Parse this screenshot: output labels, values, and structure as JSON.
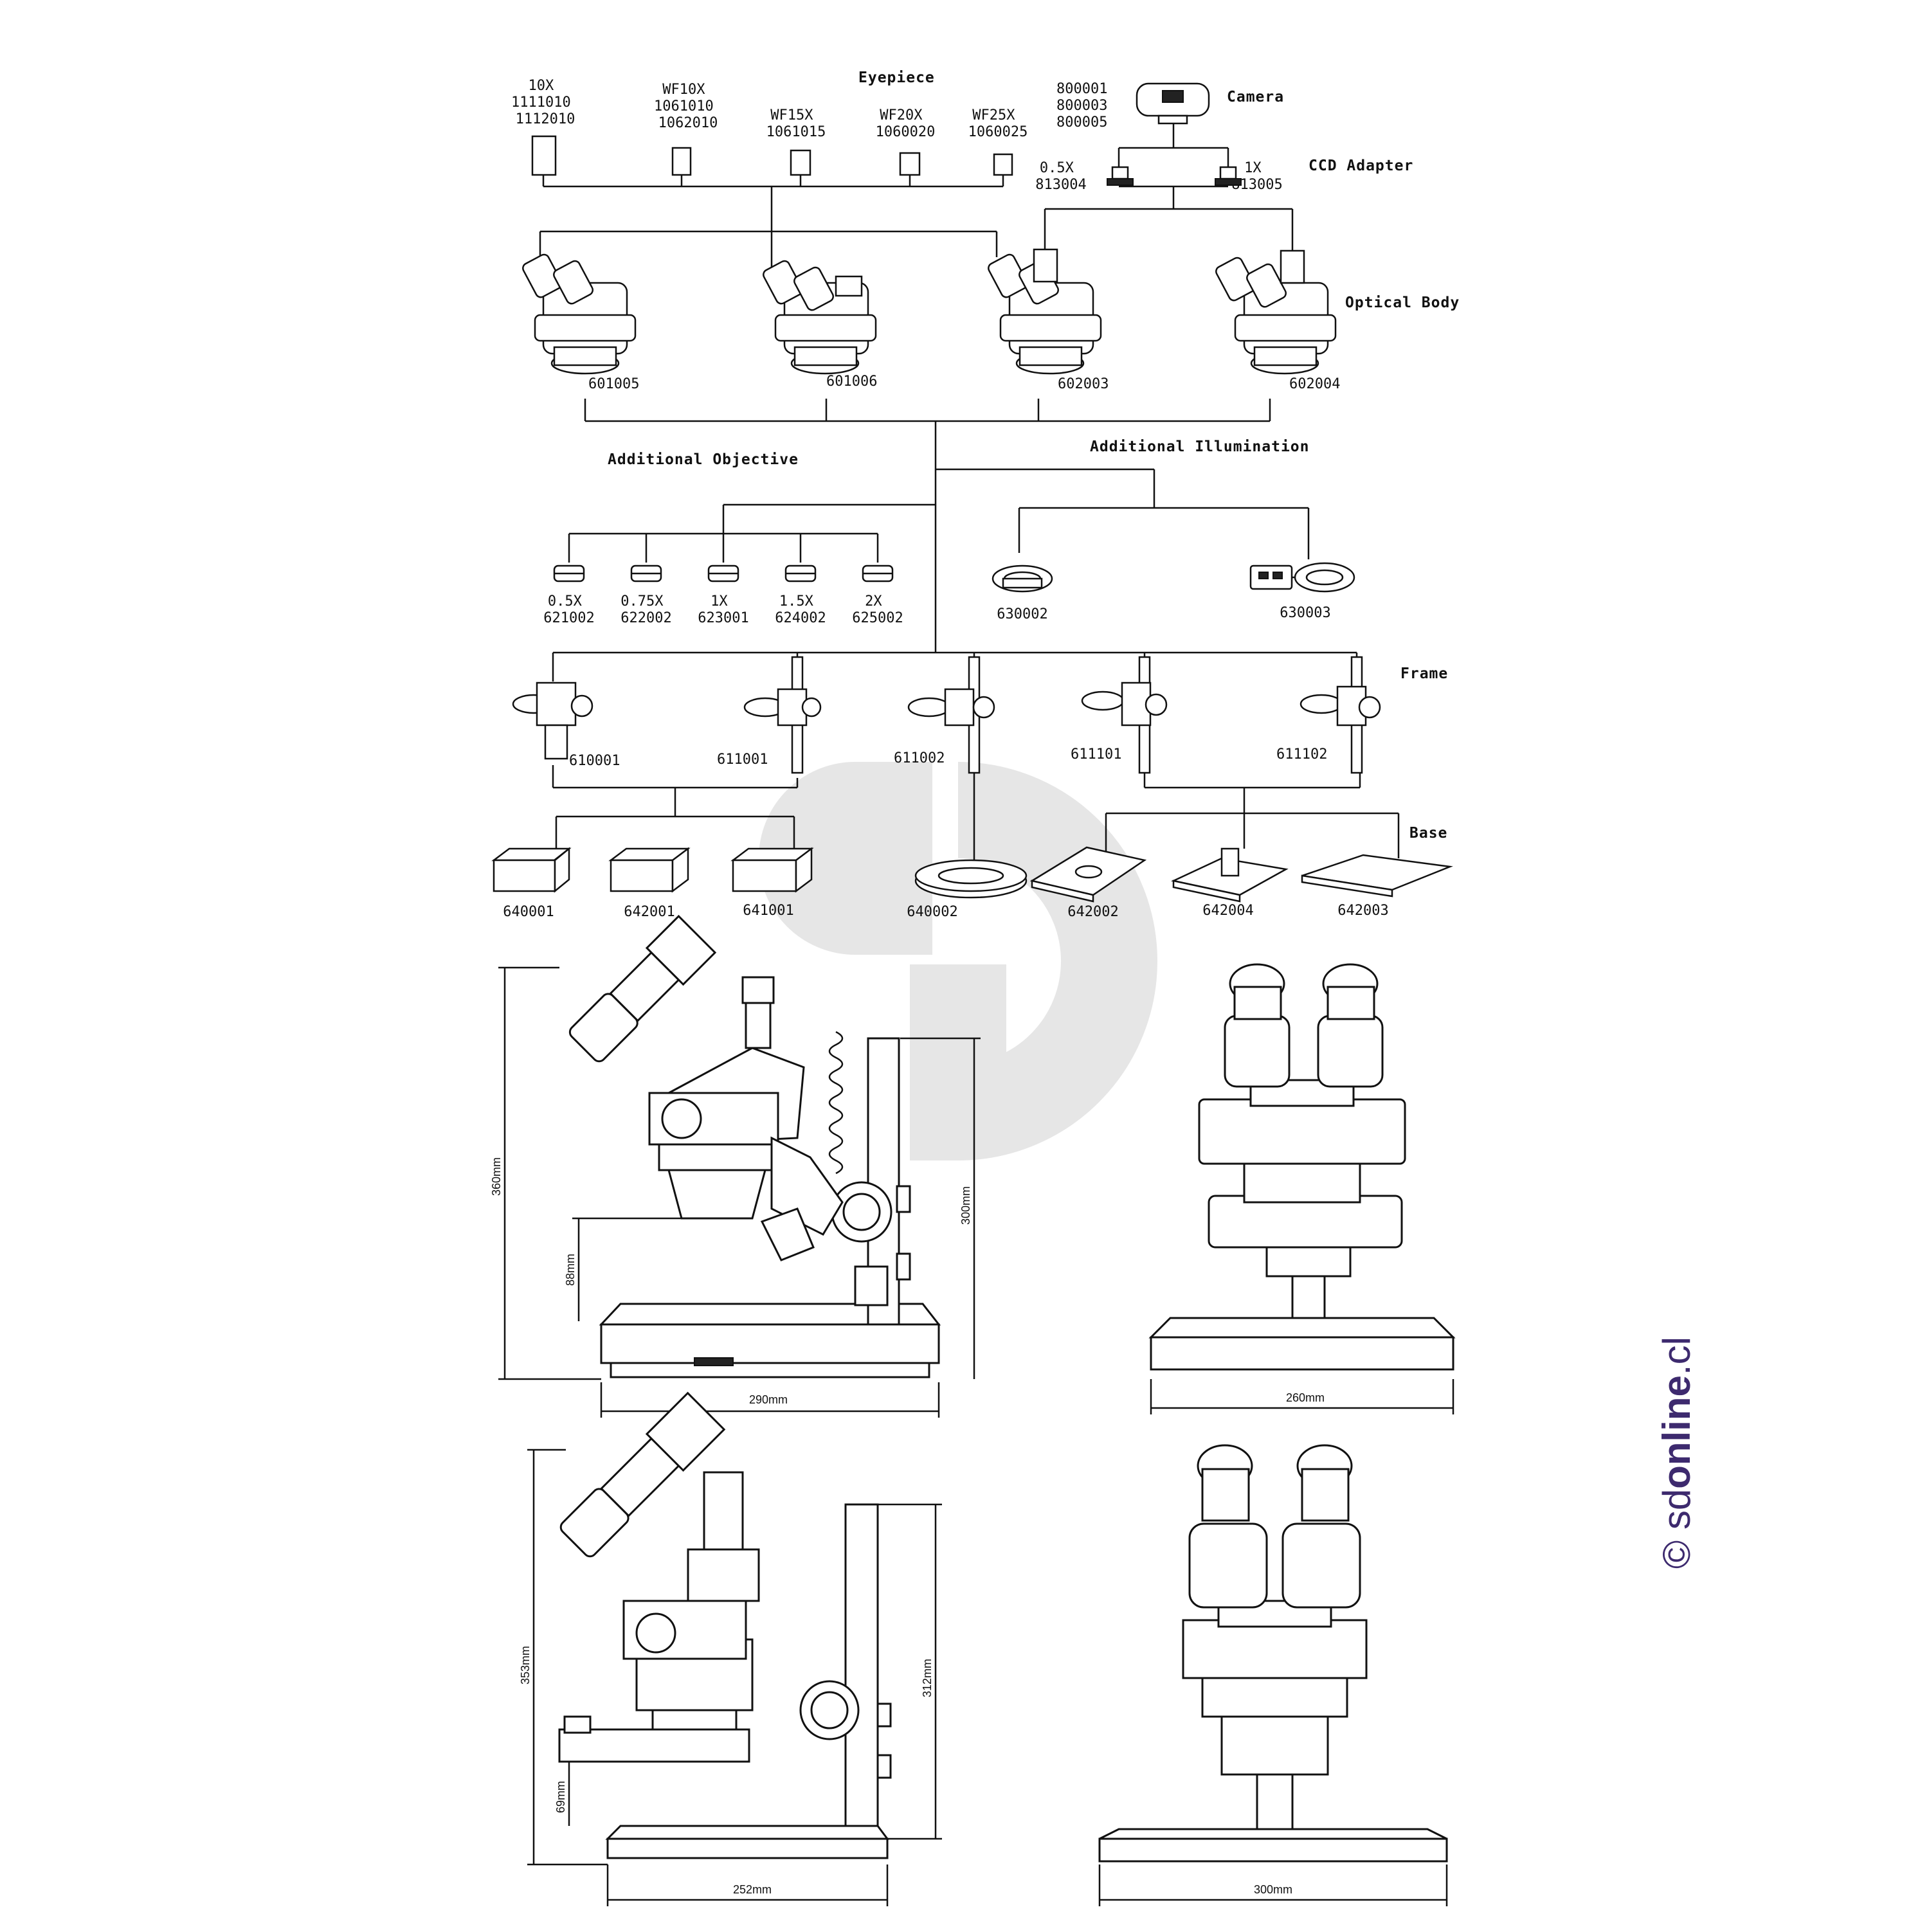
{
  "sections": {
    "eyepiece": "Eyepiece",
    "camera": "Camera",
    "ccd_adapter": "CCD Adapter",
    "optical_body": "Optical Body",
    "additional_objective": "Additional Objective",
    "additional_illumination": "Additional Illumination",
    "frame": "Frame",
    "base": "Base"
  },
  "eyepieces": [
    {
      "lines": [
        "10X",
        "1111010",
        "1112010"
      ]
    },
    {
      "lines": [
        "WF10X",
        "1061010",
        "1062010"
      ]
    },
    {
      "lines": [
        "WF15X",
        "1061015"
      ]
    },
    {
      "lines": [
        "WF20X",
        "1060020"
      ]
    },
    {
      "lines": [
        "WF25X",
        "1060025"
      ]
    }
  ],
  "camera_codes": [
    "800001",
    "800003",
    "800005"
  ],
  "ccd_adapters": [
    {
      "lines": [
        "0.5X",
        "813004"
      ]
    },
    {
      "lines": [
        "1X",
        "813005"
      ]
    }
  ],
  "optical_bodies": [
    "601005",
    "601006",
    "602003",
    "602004"
  ],
  "objectives": [
    {
      "lines": [
        "0.5X",
        "621002"
      ]
    },
    {
      "lines": [
        "0.75X",
        "622002"
      ]
    },
    {
      "lines": [
        "1X",
        "623001"
      ]
    },
    {
      "lines": [
        "1.5X",
        "624002"
      ]
    },
    {
      "lines": [
        "2X",
        "625002"
      ]
    }
  ],
  "illumination": [
    "630002",
    "630003"
  ],
  "frames": [
    "610001",
    "611001",
    "611002",
    "611101",
    "611102"
  ],
  "bases": [
    "640001",
    "642001",
    "641001",
    "640002",
    "642002",
    "642004",
    "642003"
  ],
  "dimensions": {
    "view1": {
      "height": "360mm",
      "stage": "88mm",
      "pillar": "300mm",
      "width": "290mm"
    },
    "view2": {
      "width": "260mm"
    },
    "view3": {
      "height": "353mm",
      "stage": "69mm",
      "pillar": "312mm",
      "width": "252mm"
    },
    "view4": {
      "width": "300mm"
    }
  },
  "watermark": {
    "prefix": "© sd",
    "brand": "online",
    "suffix": ".cl"
  },
  "colors": {
    "line": "#111111",
    "watermark_text": "#3d2a6e",
    "logo_gray": "#e6e6e6"
  }
}
